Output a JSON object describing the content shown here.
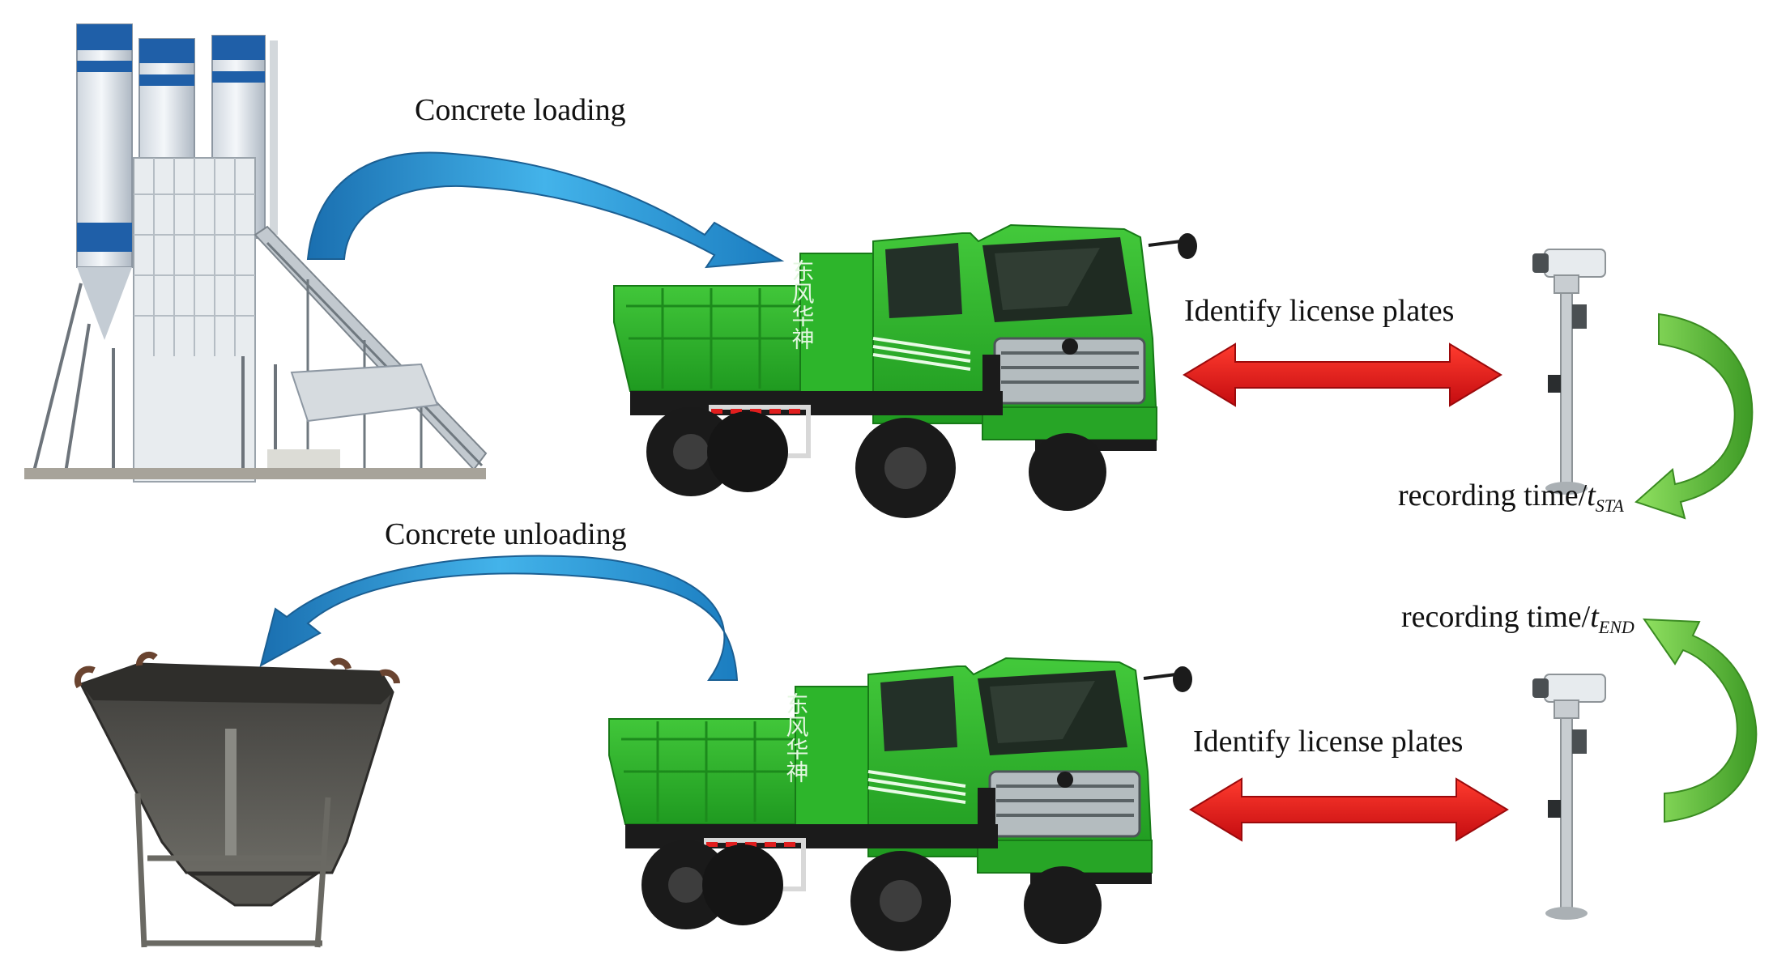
{
  "labels": {
    "concrete_loading": "Concrete loading",
    "concrete_unloading": "Concrete unloading",
    "identify_plates_top": "Identify license plates",
    "identify_plates_bottom": "Identify license plates",
    "recording_time_prefix": "recording time/",
    "time_var": "t",
    "start_sub": "STA",
    "end_sub": "END"
  },
  "truck_door_text": "东风华神",
  "colors": {
    "blue_arrow": "#2a9ad6",
    "red_arrow": "#e8161a",
    "green_arrow": "#5fc331",
    "truck_green": "#2fb52c",
    "silo_blue": "#1f5fa8",
    "hopper_steel": "#4e4e4a"
  }
}
